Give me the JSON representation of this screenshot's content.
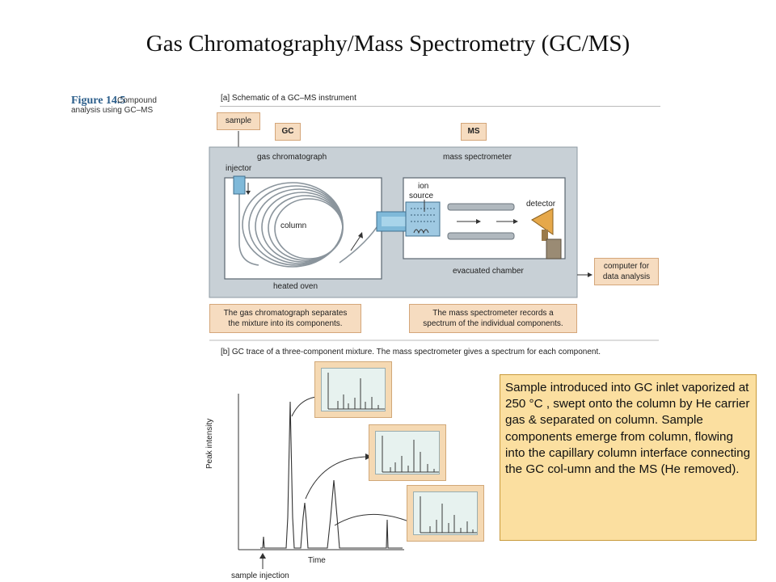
{
  "slide_title": "Gas Chromatography/Mass Spectrometry  (GC/MS)",
  "figure": {
    "number": "Figure 14.5",
    "caption_line1": "Compound",
    "caption_line2": "analysis using GC–MS"
  },
  "part_a": {
    "heading": "[a]  Schematic of a GC–MS instrument",
    "sample_label": "sample",
    "gc_tag": "GC",
    "ms_tag": "MS",
    "gas_chromatograph": "gas chromatograph",
    "injector": "injector",
    "column": "column",
    "heated_oven": "heated oven",
    "mass_spectrometer": "mass spectrometer",
    "ion": "ion",
    "source": "source",
    "detector": "detector",
    "evacuated_chamber": "evacuated chamber",
    "computer_line1": "computer for",
    "computer_line2": "data analysis",
    "gc_note_line1": "The gas chromatograph separates",
    "gc_note_line2": "the mixture into its components.",
    "ms_note_line1": "The mass spectrometer records a",
    "ms_note_line2": "spectrum of the individual components."
  },
  "part_b": {
    "heading": "[b]  GC trace of a three-component mixture. The mass spectrometer gives a spectrum for each component.",
    "y_axis": "Peak intensity",
    "x_axis": "Time",
    "injection": "sample injection"
  },
  "note_text": "Sample introduced into GC inlet vaporized at 250 °C , swept onto the column by He carrier gas & separated on column. Sample components emerge from column, flowing into the capillary column interface connecting the GC col-umn and the MS (He removed).",
  "colors": {
    "instrument_bg": "#c8d0d6",
    "tag_fill": "#f6dcc0",
    "note_fill": "#fbdfa0",
    "figure_number": "#2a5d8a"
  }
}
